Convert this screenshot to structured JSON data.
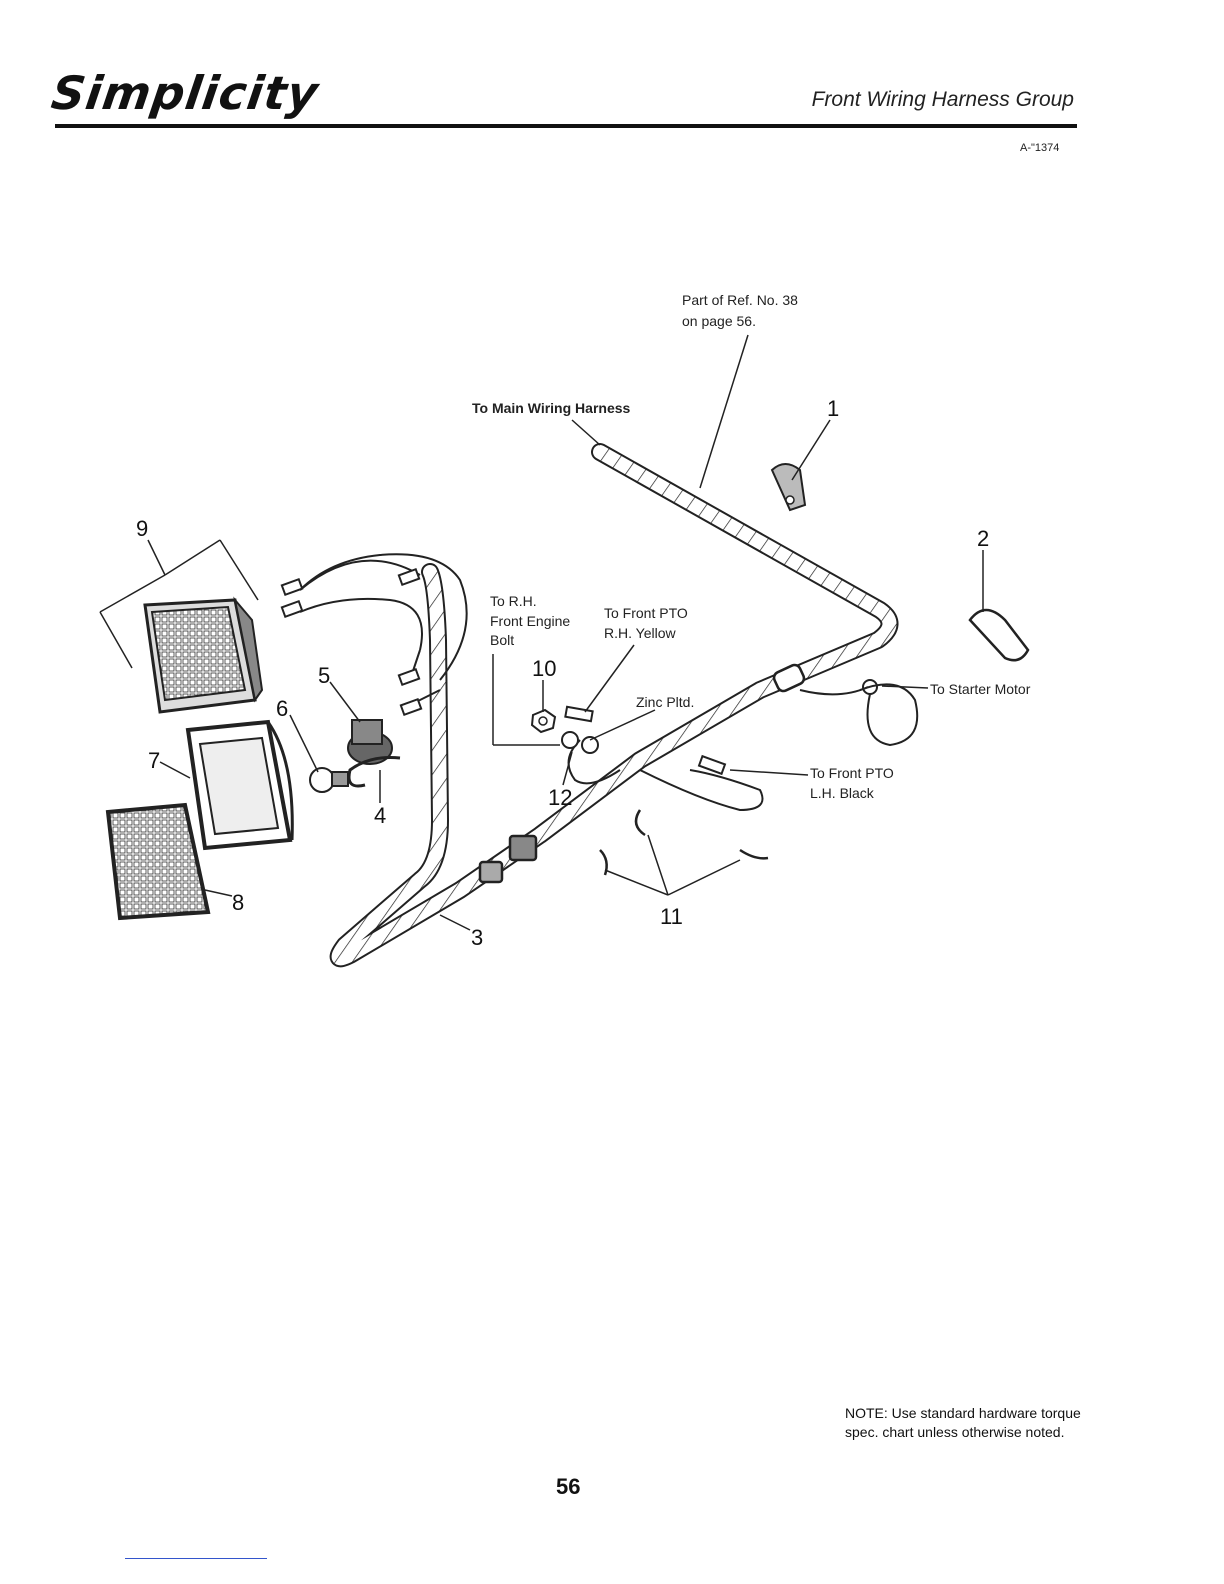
{
  "header": {
    "brand": "Simplicity",
    "title": "Front Wiring Harness Group",
    "doc_number": "A-\"1374"
  },
  "callouts": {
    "part_ref_line1": "Part of Ref. No. 38",
    "part_ref_line2": "on page 56.",
    "main_harness": "To Main Wiring Harness",
    "rh_bolt_line1": "To R.H.",
    "rh_bolt_line2": "Front Engine",
    "rh_bolt_line3": "Bolt",
    "pto_rh_line1": "To Front PTO",
    "pto_rh_line2": "R.H. Yellow",
    "zinc": "Zinc Pltd.",
    "starter": "To Starter Motor",
    "pto_lh_line1": "To Front PTO",
    "pto_lh_line2": "L.H. Black"
  },
  "ref_numbers": {
    "n1": "1",
    "n2": "2",
    "n3": "3",
    "n4": "4",
    "n5": "5",
    "n6": "6",
    "n7": "7",
    "n8": "8",
    "n9": "9",
    "n10": "10",
    "n11": "11",
    "n12": "12"
  },
  "note": "NOTE: Use standard hardware torque spec. chart unless otherwise noted.",
  "page_number": "56"
}
